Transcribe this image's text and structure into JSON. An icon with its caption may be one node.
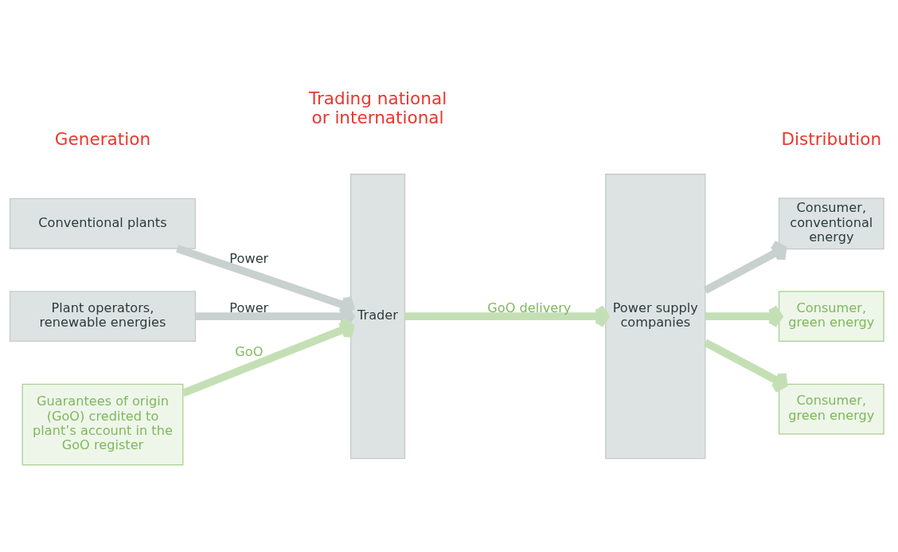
{
  "diagram": {
    "nodes": [
      {
        "text": [
          "Conventional plants"
        ]
      },
      {
        "text": [
          "Plant operators, renewable energies"
        ]
      },
      {
        "text": [
          "Guarantees of origin (GoO) credited to plant’s account in the GoO register"
        ]
      },
      {
        "text": [
          "Trader"
        ]
      },
      {
        "text": [
          "Power supply companies"
        ]
      },
      {
        "text": [
          "Consumer, conventional energy"
        ]
      },
      {
        "text": [
          "Consumer, green energy"
        ]
      },
      {
        "text": [
          "Consumer, green energy"
        ]
      }
    ],
    "edges": [
      {
        "from": 0,
        "to": 3,
        "arrow": "to",
        "label": "Power",
        "color": "#c9d0d0"
      },
      {
        "from": 1,
        "to": 3,
        "arrow": "to",
        "label": "Power",
        "color": "#c9d0d0"
      },
      {
        "from": 2,
        "to": 3,
        "arrow": "to",
        "label": "GoO"
      },
      {
        "from": 3,
        "to": 4,
        "arrow": "to",
        "label": "GoO delivery"
      },
      {
        "from": 4,
        "to": 5,
        "arrow": "to",
        "color": "#c9d0d0"
      },
      {
        "from": 4,
        "to": 6,
        "arrow": "to"
      },
      {
        "from": 4,
        "to": 7,
        "arrow": "to"
      }
    ],
    "labels": [
      "Trading national or international",
      "Generation",
      "Distribution"
    ]
  }
}
